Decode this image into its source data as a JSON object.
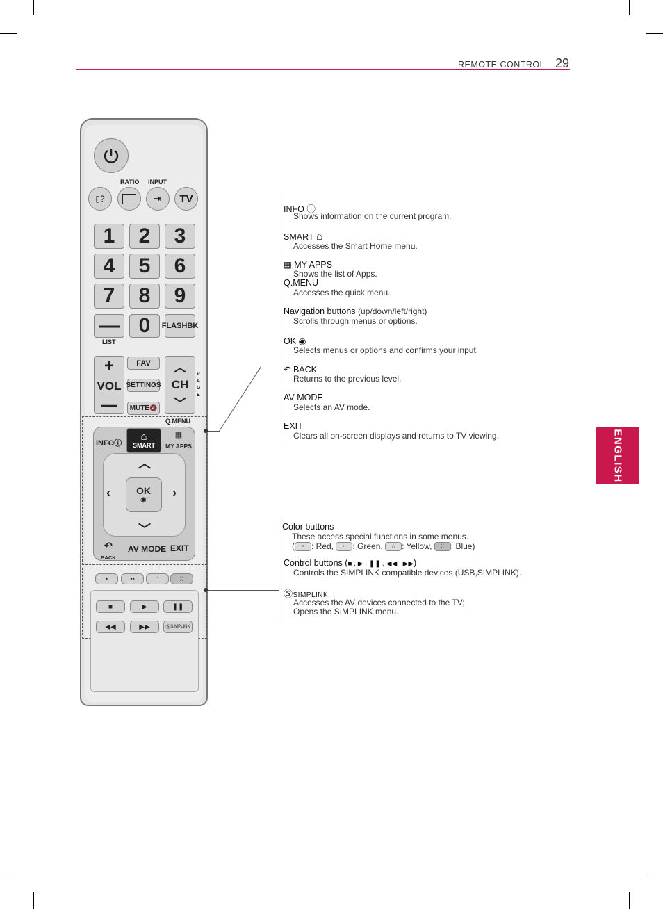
{
  "header": {
    "section": "REMOTE CONTROL",
    "page_number": "29"
  },
  "language_tab": "ENGLISH",
  "remote": {
    "ratio_label": "RATIO",
    "input_label": "INPUT",
    "tv_label": "TV",
    "numbers": [
      "1",
      "2",
      "3",
      "4",
      "5",
      "6",
      "7",
      "8",
      "9"
    ],
    "zero": "0",
    "flashbk": "FLASHBK",
    "list": "LIST",
    "fav": "FAV",
    "settings": "SETTINGS",
    "mute": "MUTE",
    "vol": "VOL",
    "ch": "CH",
    "page": "PAGE",
    "qmenu": "Q.MENU",
    "info": "INFO",
    "smart": "SMART",
    "my_apps": "MY APPS",
    "ok": "OK",
    "back": "BACK",
    "av_mode": "AV MODE",
    "exit": "EXIT"
  },
  "descriptions": [
    {
      "title": "INFO ⓘ",
      "body": "Shows information on the current program."
    },
    {
      "title": "SMART",
      "body": "Accesses the Smart Home menu."
    },
    {
      "title": "MY APPS",
      "body": "Shows the list of Apps."
    },
    {
      "title": "Q.MENU",
      "body": "Accesses the quick menu."
    },
    {
      "title": "Navigation buttons",
      "title_suffix": "(up/down/left/right)",
      "body": "Scrolls through menus or options."
    },
    {
      "title": "OK ◉",
      "body": "Selects menus or options and confirms your input."
    },
    {
      "title": "BACK",
      "body": "Returns to the previous level."
    },
    {
      "title": "AV MODE",
      "body": "Selects an AV mode."
    },
    {
      "title": "EXIT",
      "body": "Clears all on-screen displays and returns to TV viewing."
    }
  ],
  "descriptions2": {
    "color_title": "Color buttons",
    "color_body": "These access special functions in some menus.",
    "color_red": ": Red,",
    "color_green": ": Green,",
    "color_yellow": ": Yellow,",
    "color_blue": ": Blue)",
    "color_open": "(",
    "control_title": "Control buttons (",
    "control_close": ")",
    "control_body": "Controls the SIMPLINK compatible devices (USB,SIMPLINK).",
    "simplink_title": "SIMPLINK",
    "simplink_body1": "Accesses the AV devices connected to the TV;",
    "simplink_body2": "Opens the SIMPLINK menu."
  },
  "colors": {
    "accent": "#c8184e"
  }
}
